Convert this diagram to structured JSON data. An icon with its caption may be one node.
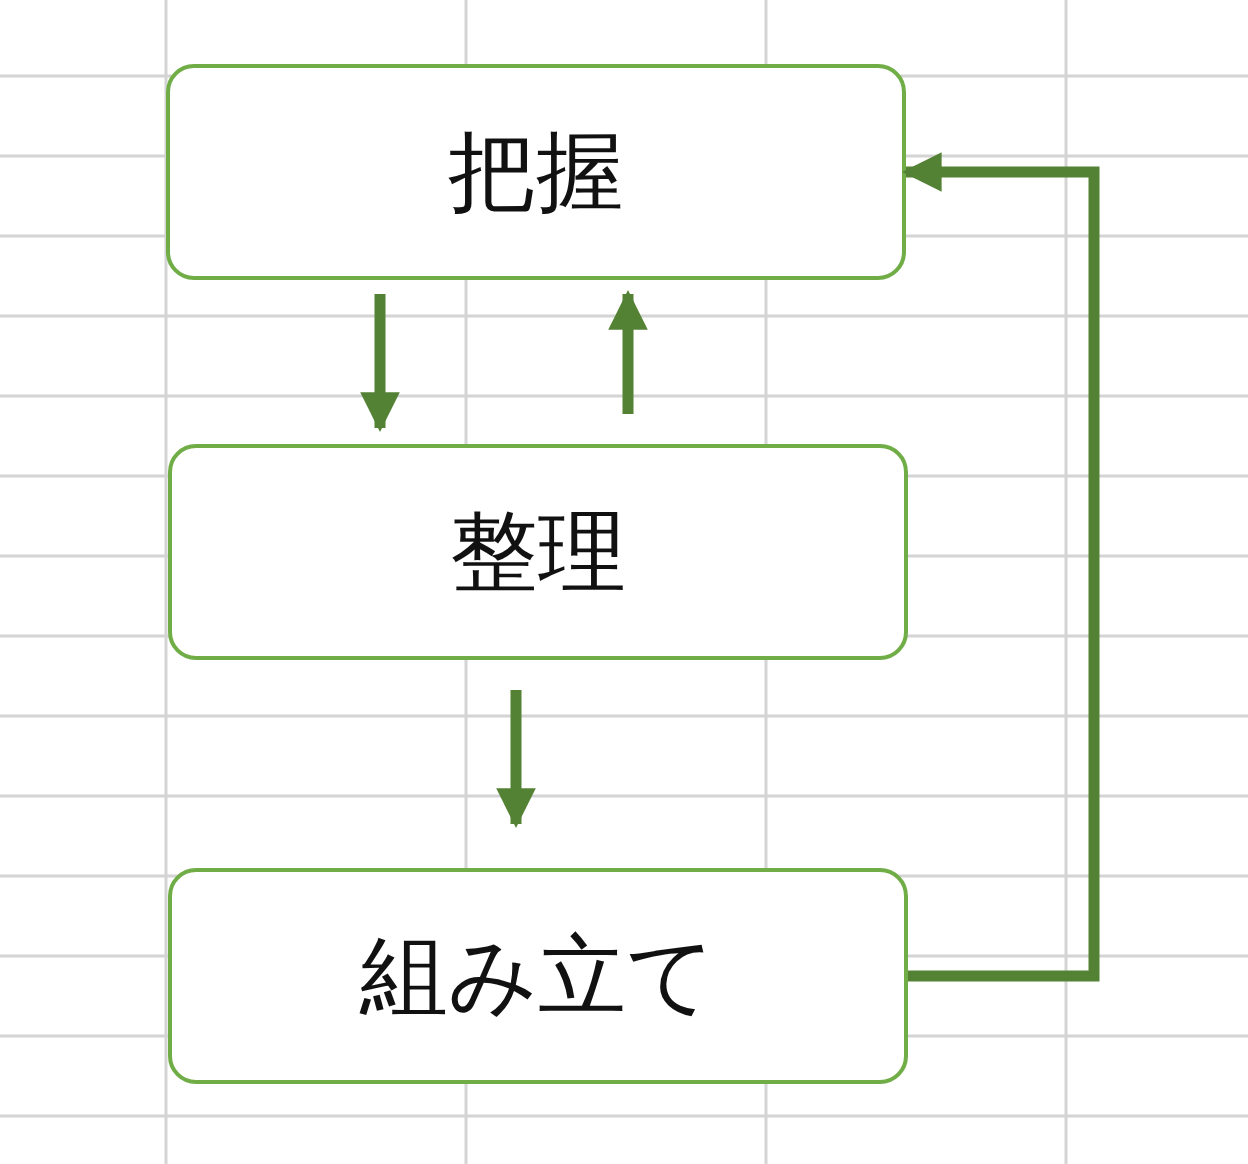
{
  "diagram": {
    "nodes": [
      {
        "text": [
          "把握"
        ]
      },
      {
        "text": [
          "整理"
        ]
      },
      {
        "text": [
          "組み立て"
        ]
      }
    ],
    "edges": [
      {
        "from": 0,
        "to": 1,
        "arrow": "to"
      },
      {
        "from": 1,
        "to": 0,
        "arrow": "to"
      },
      {
        "from": 1,
        "to": 2,
        "arrow": "to"
      },
      {
        "from": 2,
        "to": 0,
        "arrow": "to"
      }
    ]
  }
}
